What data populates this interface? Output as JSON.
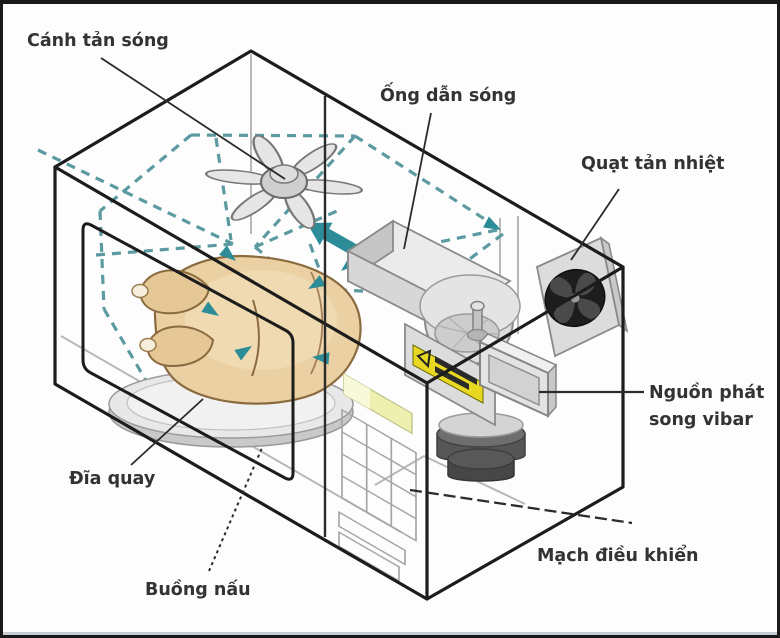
{
  "labels": {
    "stirrer": "Cánh tản sóng",
    "waveguide": "Ống dẫn sóng",
    "cooling_fan": "Quạt tản nhiệt",
    "magnetron_line1": "Nguồn phát",
    "magnetron_line2": "song vibar",
    "control_board": "Mạch điều khiển",
    "turntable": "Đĩa quay",
    "cavity": "Buồng nấu"
  },
  "colors": {
    "outline": "#1c1c1c",
    "wave_dash": "#5b9aa0",
    "wave_arrow": "#2c8d99",
    "label_text": "#333333",
    "chicken_body": "#ead0a2",
    "display_panel": "#eef0b0",
    "warning_sticker": "#e8d821",
    "metal_light": "#e9e9e9",
    "metal_dark": "#565656",
    "background": "#fdfdfd"
  }
}
